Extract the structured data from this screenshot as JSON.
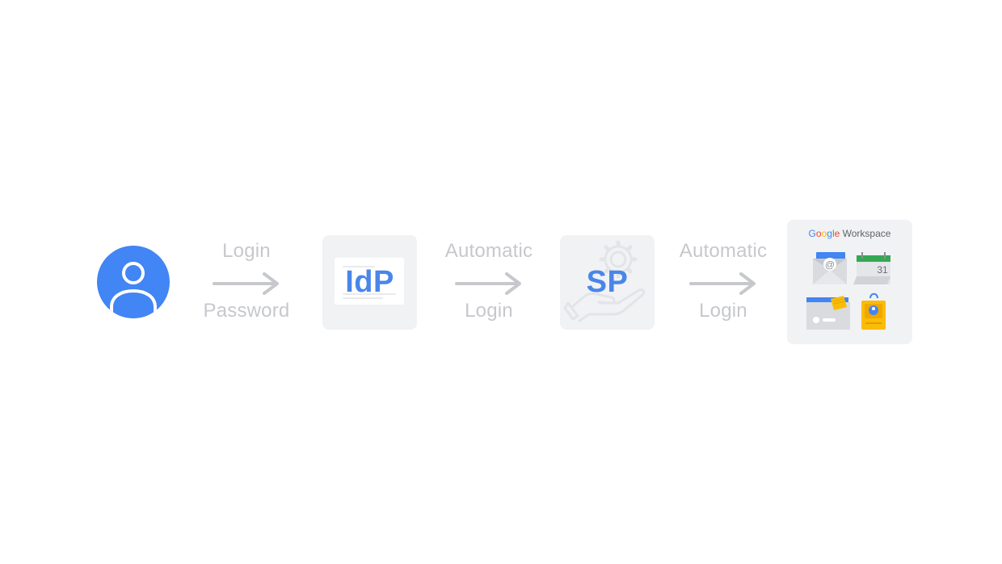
{
  "user": {
    "icon": "user-avatar-icon",
    "color": "#4285f4"
  },
  "arrows": [
    {
      "top_label": "Login",
      "bottom_label": "Password"
    },
    {
      "top_label": "Automatic",
      "bottom_label": "Login"
    },
    {
      "top_label": "Automatic",
      "bottom_label": "Login"
    }
  ],
  "idp": {
    "label": "IdP"
  },
  "sp": {
    "label": "SP"
  },
  "google_workspace": {
    "brand": [
      "G",
      "o",
      "o",
      "g",
      "l",
      "e"
    ],
    "brand_colors": [
      "#4285f4",
      "#ea4335",
      "#fbbc05",
      "#4285f4",
      "#34a853",
      "#ea4335"
    ],
    "suffix": "Workspace",
    "calendar_day": "31",
    "icons": [
      "gmail-icon",
      "calendar-icon",
      "drive-icon",
      "contact-badge-icon"
    ]
  },
  "colors": {
    "accent": "#4a86e8",
    "arrow": "#c6c8cc",
    "card": "#f1f2f4"
  }
}
